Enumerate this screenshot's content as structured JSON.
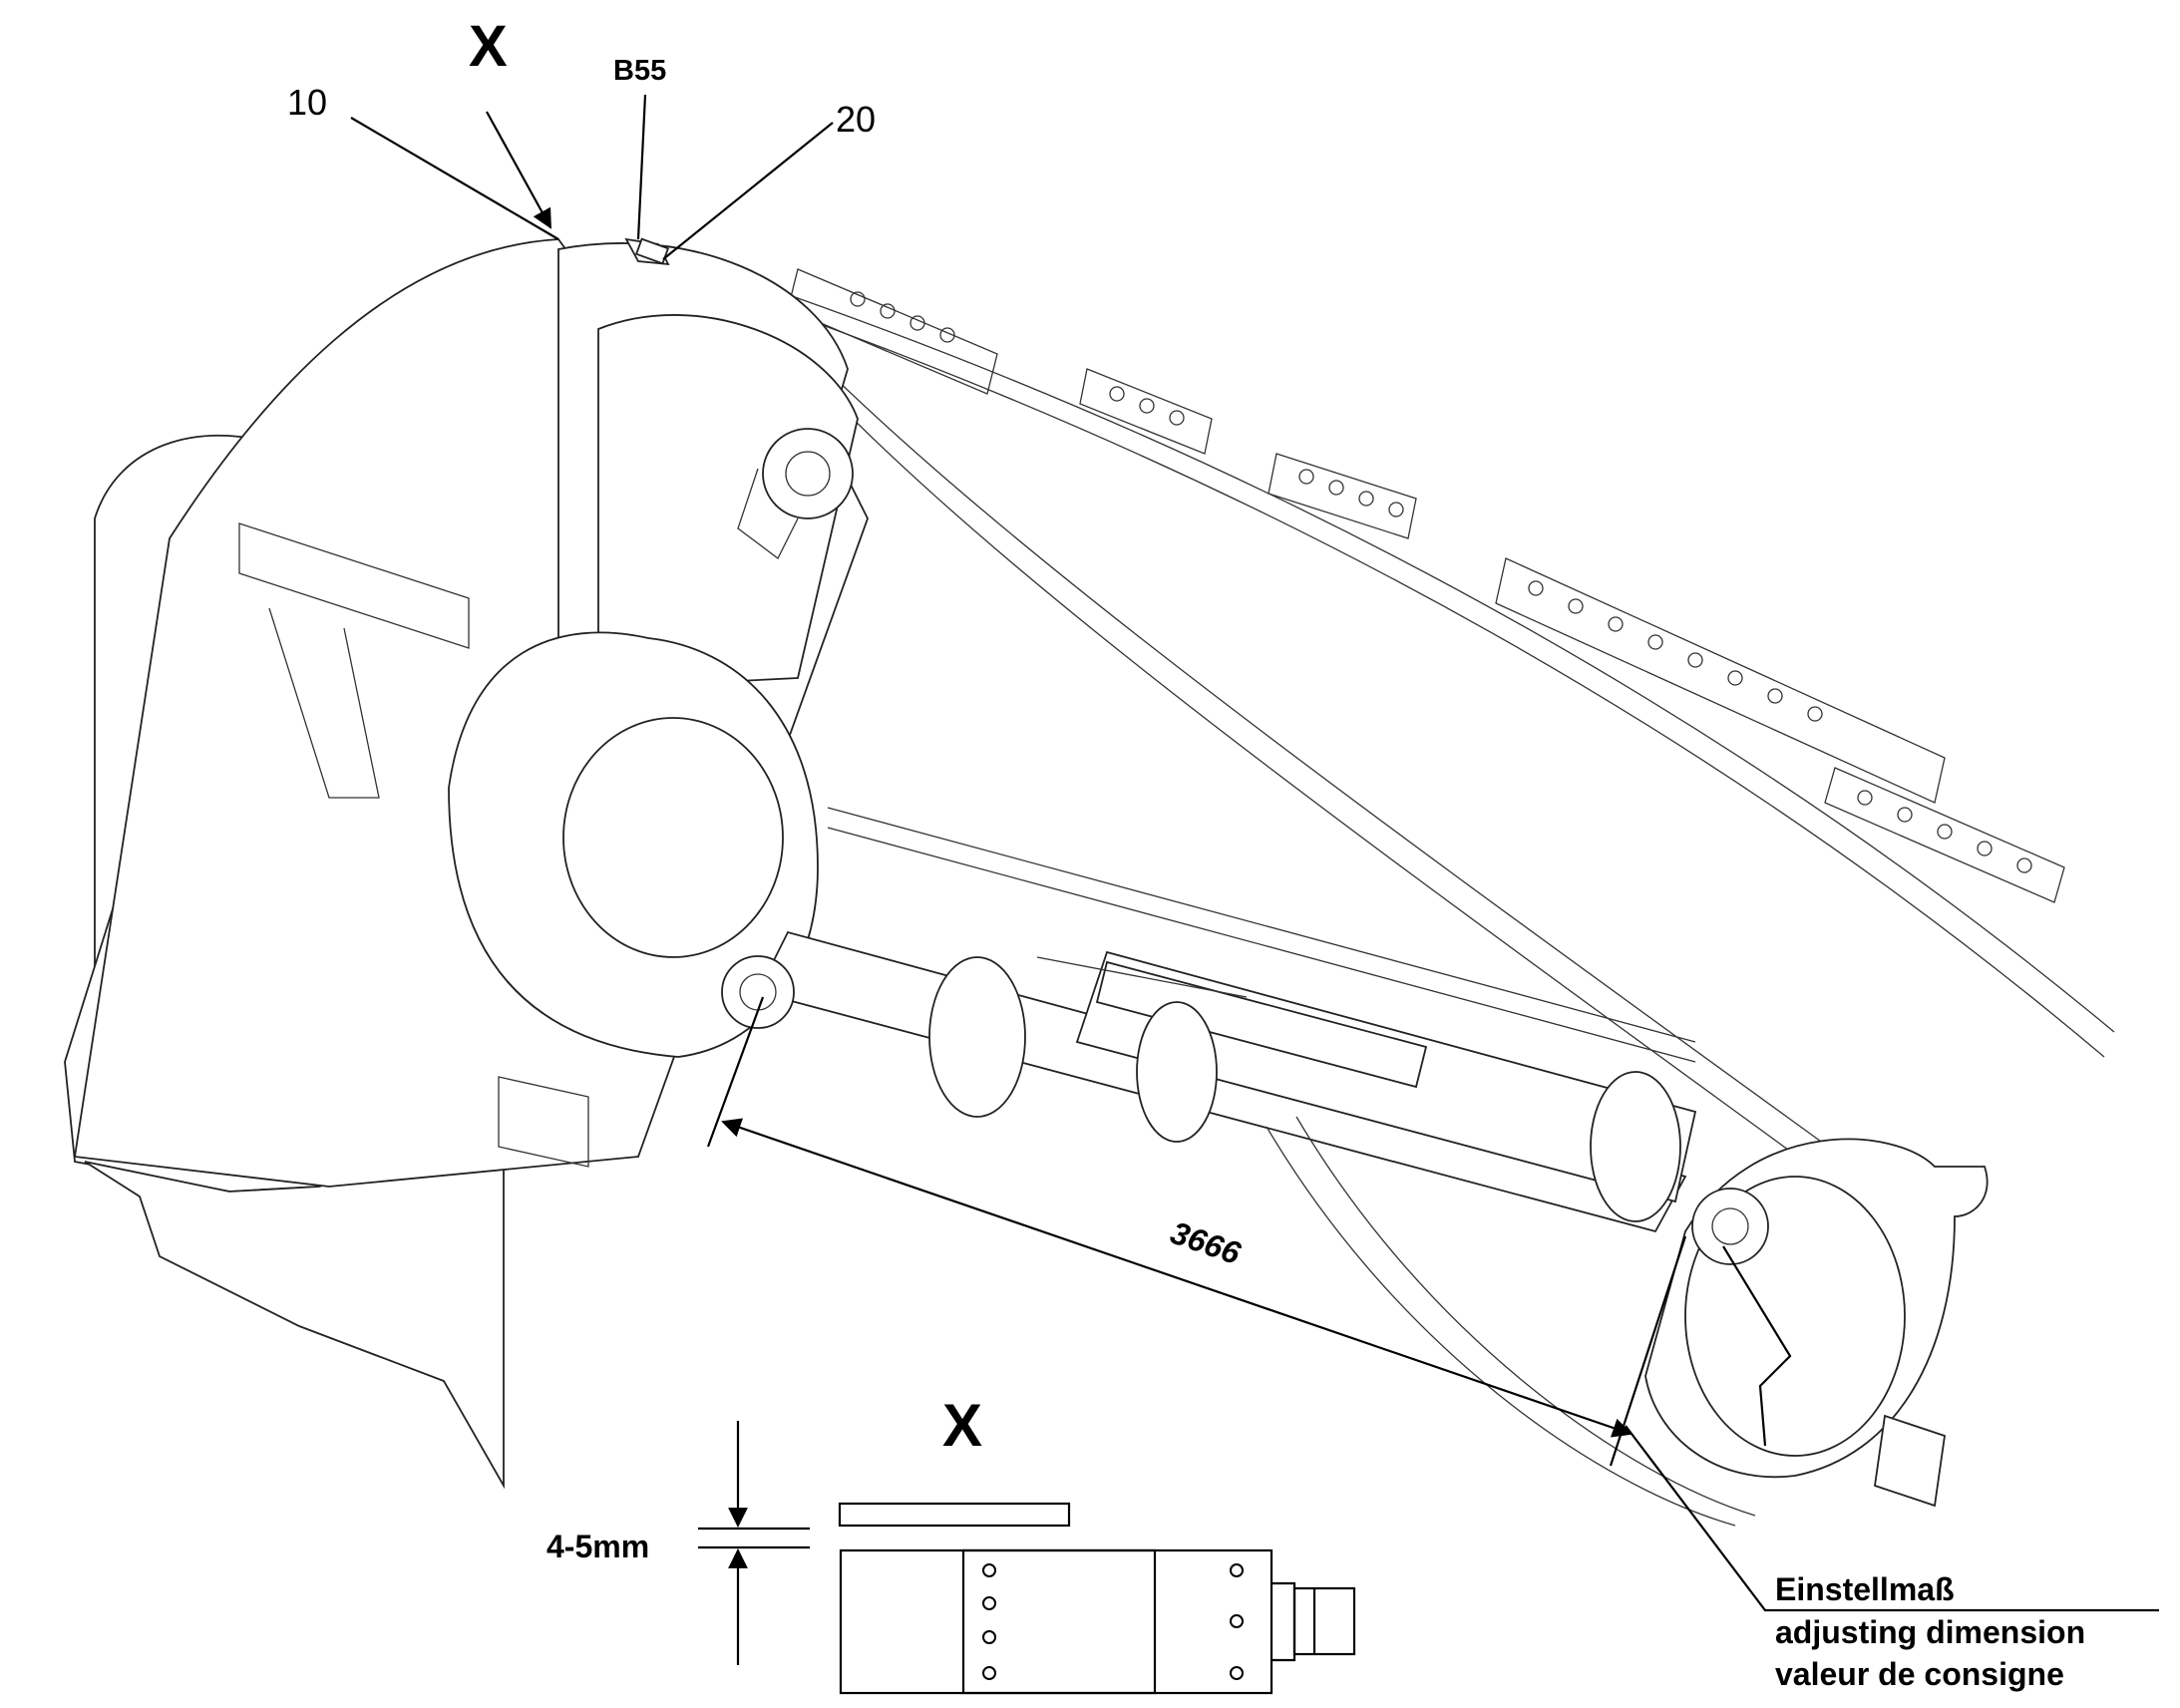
{
  "callouts": {
    "view_marker_top": "X",
    "part_10": "10",
    "sensor_b55": "B55",
    "part_20": "20",
    "view_marker_detail": "X"
  },
  "dimensions": {
    "cylinder_length": "3666",
    "gap": "4-5mm"
  },
  "legend": {
    "line_de": "Einstellmaß",
    "line_en": "adjusting dimension",
    "line_fr": "valeur de consigne"
  }
}
